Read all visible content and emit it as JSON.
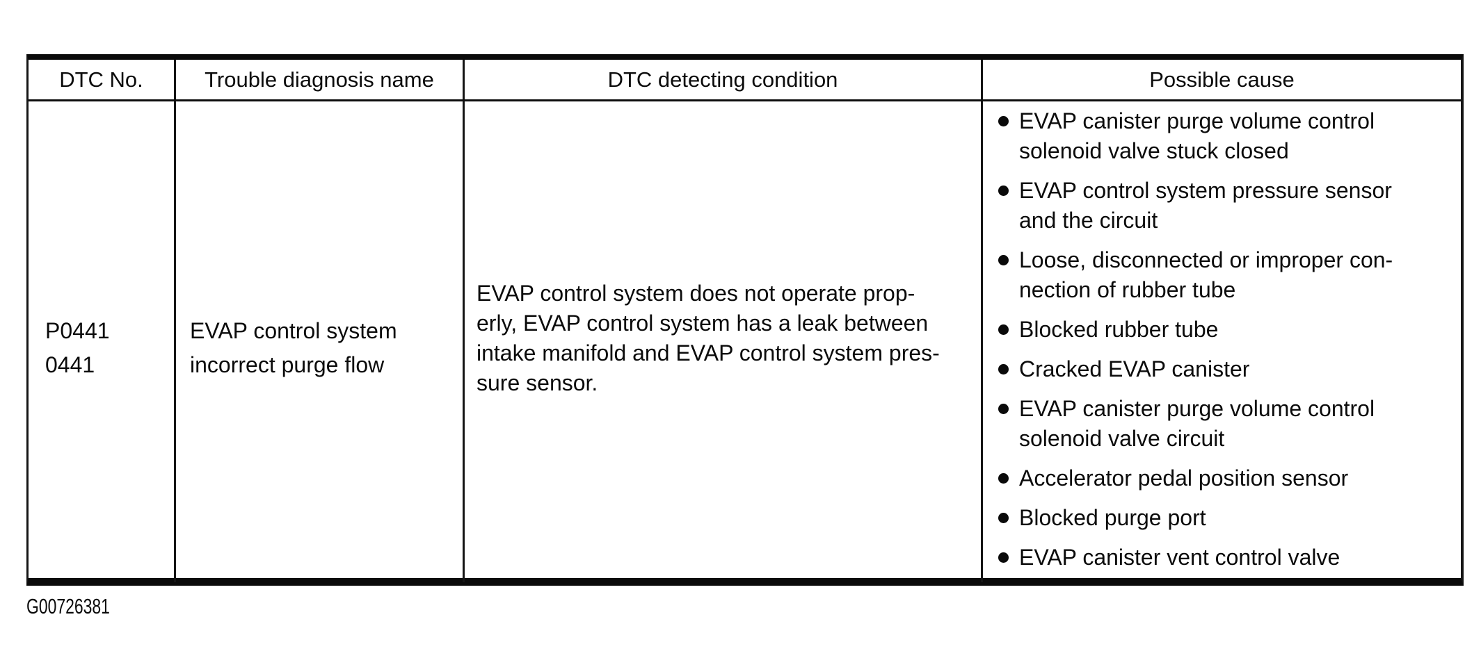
{
  "colors": {
    "ink": "#0b0b0b",
    "paper": "#ffffff"
  },
  "table": {
    "columns": [
      "DTC No.",
      "Trouble diagnosis name",
      "DTC detecting condition",
      "Possible cause"
    ],
    "row": {
      "dtc_no_lines": [
        "P0441",
        "0441"
      ],
      "trouble_diagnosis_name_lines": [
        "EVAP control system",
        "incorrect purge flow"
      ],
      "dtc_detecting_condition_lines": [
        "EVAP control system does not operate prop-",
        "erly, EVAP control system has a leak between",
        "intake manifold and EVAP control system pres-",
        "sure sensor."
      ],
      "possible_causes": [
        [
          "EVAP canister purge volume control",
          "solenoid valve stuck closed"
        ],
        [
          "EVAP control system pressure sensor",
          "and the circuit"
        ],
        [
          "Loose, disconnected or improper con-",
          "nection of rubber tube"
        ],
        [
          "Blocked rubber tube"
        ],
        [
          "Cracked EVAP canister"
        ],
        [
          "EVAP canister purge volume control",
          "solenoid valve circuit"
        ],
        [
          "Accelerator pedal position sensor"
        ],
        [
          "Blocked purge port"
        ],
        [
          "EVAP canister vent control valve"
        ]
      ]
    }
  },
  "footer": {
    "figure_id": "G00726381"
  }
}
